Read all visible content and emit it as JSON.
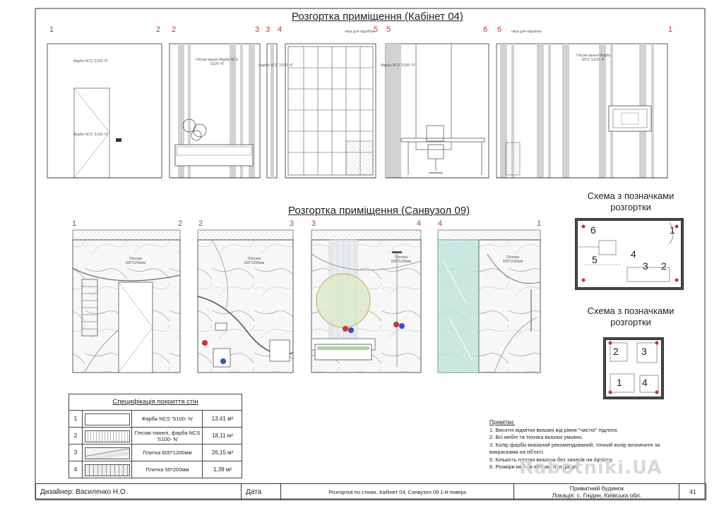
{
  "section1_title": "Розгортка приміщення (Кабінет 04)",
  "section2_title": "Розгортка приміщення (Санвузол 09)",
  "elev1_marks": [
    "1",
    "2",
    "2",
    "3",
    "3",
    "4",
    "5",
    "5",
    "6",
    "6",
    "1"
  ],
  "elev2_marks": [
    "1",
    "2",
    "2",
    "3",
    "3",
    "4",
    "4",
    "1"
  ],
  "elev_labels": {
    "paint": "Фарба NCS 'S100- N'",
    "gypsum": "Гіпсові панелі Фарба NCS 'S100- N'",
    "tile": "Плитка 600*1200мм",
    "ceiling": "ніша для підсвітки"
  },
  "schema1": {
    "title_l1": "Схема з позначками",
    "title_l2": "розгортки",
    "marks": [
      "1",
      "6",
      "5",
      "4",
      "3",
      "2"
    ]
  },
  "schema2": {
    "title_l1": "Схема з позначками",
    "title_l2": "розгортки",
    "marks": [
      "2",
      "3",
      "1",
      "4"
    ]
  },
  "spec": {
    "title": "Специфікація покриття стін",
    "rows": [
      {
        "num": "1",
        "name": "Фарба NCS 'S100- N'",
        "area": "13,41 м²",
        "swatch": "plain"
      },
      {
        "num": "2",
        "name": "Гіпсові панелі, фарба NCS 'S100- N'",
        "area": "18,11 м²",
        "swatch": "panel"
      },
      {
        "num": "3",
        "name": "Плитка 600*1200мм",
        "area": "26,15 м²",
        "swatch": "marble"
      },
      {
        "num": "4",
        "name": "Плитка 50*200мм",
        "area": "1,39 м²",
        "swatch": "mosaic"
      }
    ]
  },
  "notes": {
    "title": "Примітки:",
    "items": [
      "1. Висотні відмітки вказані від рівня \"чистої\" підлоги.",
      "2. Всі меблі та техніка вказані умовно.",
      "3. Колір фарби вказаний рекомендований, точний колір визначити за викрасками на об'єкті.",
      "5. Кількість плитки вказана без запасів на підрізку.",
      "6. Розміри меблів вказані попередні."
    ]
  },
  "title_block": {
    "designer": "Дизайнер: Василенко Н.О.",
    "date_label": "Дата",
    "sheet_name": "Розгортка по стінах. Кабінет 04; Санвузол 09 1-й поверх",
    "project": "Приватний будинок",
    "location": "Локація: с. Гнідин, Київська обл.",
    "page": "41"
  },
  "watermark": "Rabotniki.UA",
  "colors": {
    "accent": "#c0392b",
    "line": "#333333",
    "panel": "#cfcfcf",
    "glass": "#bfe3d9",
    "mirror": "#d9eacb"
  }
}
